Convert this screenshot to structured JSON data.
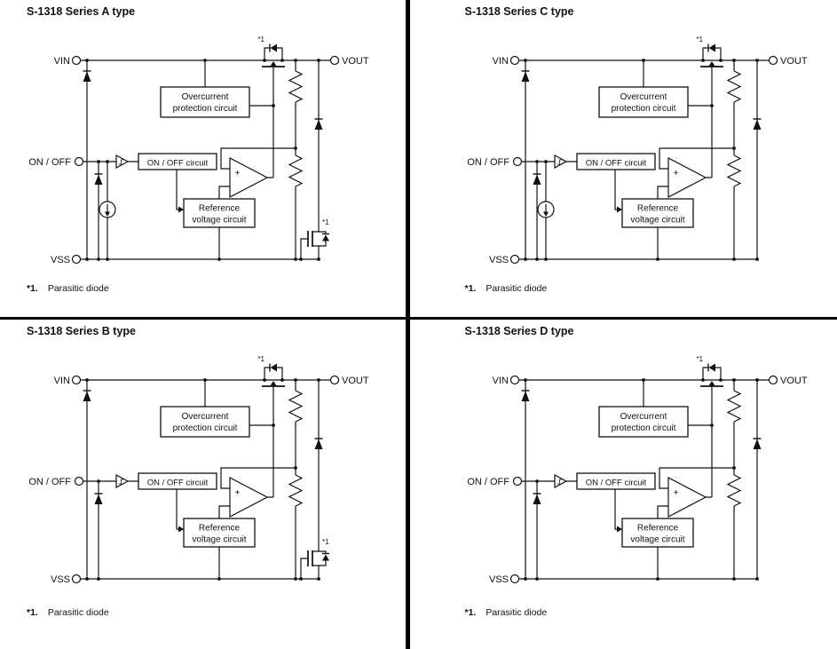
{
  "page": {
    "background": "#ffffff",
    "divider_color": "#000000",
    "line_color": "#111111"
  },
  "footnote": {
    "ref": "*1.",
    "text": "Parasitic diode"
  },
  "labels": {
    "vin": "VIN",
    "vout": "VOUT",
    "onoff": "ON / OFF",
    "vss": "VSS",
    "overcurrent_line1": "Overcurrent",
    "overcurrent_line2": "protection circuit",
    "onoff_circuit": "ON / OFF circuit",
    "reference_line1": "Reference",
    "reference_line2": "voltage circuit",
    "parasitic_ref": "*1",
    "opamp_plus": "+"
  },
  "diagrams": [
    {
      "title": "S-1318 Series A type",
      "features": {
        "current_source": true,
        "discharge_fet": true,
        "no_discharge_fet": false
      }
    },
    {
      "title": "S-1318 Series C type",
      "features": {
        "current_source": true,
        "discharge_fet": false,
        "no_discharge_fet": true
      }
    },
    {
      "title": "S-1318 Series B type",
      "features": {
        "current_source": false,
        "discharge_fet": true,
        "no_discharge_fet": false
      }
    },
    {
      "title": "S-1318 Series D type",
      "features": {
        "current_source": false,
        "discharge_fet": false,
        "no_discharge_fet": true
      }
    }
  ]
}
